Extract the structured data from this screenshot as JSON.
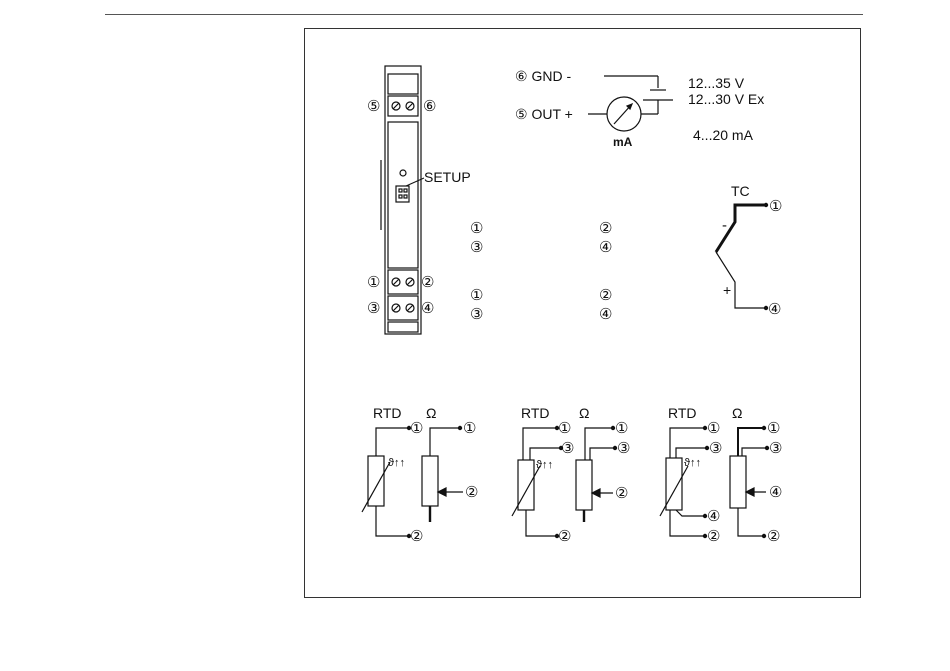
{
  "power": {
    "gnd_label": "⑥ GND -",
    "out_label": "⑤ OUT +",
    "meter_unit": "mA",
    "voltage": "12...35 V",
    "voltage_ex": "12...30 V Ex",
    "current": "4...20 mA"
  },
  "device": {
    "top_left": "⑤",
    "top_right": "⑥",
    "setup_label": "SETUP",
    "bottom_1": "①",
    "bottom_2": "②",
    "bottom_3": "③",
    "bottom_4": "④"
  },
  "terminal_map": {
    "rows": [
      {
        "a": "①",
        "b": "②"
      },
      {
        "a": "③",
        "b": "④"
      },
      {
        "a": "①",
        "b": "②"
      },
      {
        "a": "③",
        "b": "④"
      }
    ]
  },
  "thermocouple": {
    "label": "TC",
    "minus": "-",
    "plus": "+",
    "term_top": "①",
    "term_bottom": "④"
  },
  "rtd": {
    "rtd_label": "RTD",
    "ohm_label": "Ω",
    "theta": "ϑ↑↑",
    "c1": "①",
    "c2": "②",
    "c3": "③",
    "c4": "④"
  }
}
